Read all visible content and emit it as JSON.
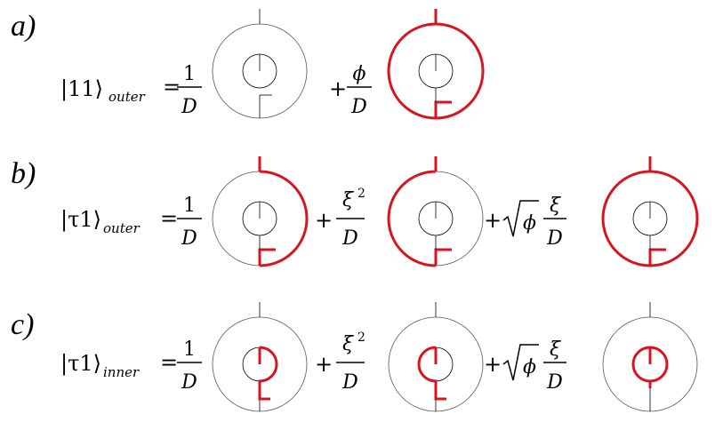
{
  "rows": [
    {
      "label": "a)",
      "ket": "|11⟩",
      "subscript": "outer",
      "terms": [
        {
          "sign": "=",
          "sqrt": "",
          "numer": "1",
          "denom": "D",
          "sup": ""
        },
        {
          "sign": "+",
          "sqrt": "",
          "numer": "ϕ",
          "denom": "D",
          "sup": ""
        }
      ]
    },
    {
      "label": "b)",
      "ket": "|τ1⟩",
      "subscript": "outer",
      "terms": [
        {
          "sign": "=",
          "sqrt": "",
          "numer": "1",
          "denom": "D",
          "sup": ""
        },
        {
          "sign": "+",
          "sqrt": "",
          "numer": "ξ",
          "denom": "D",
          "sup": "2"
        },
        {
          "sign": "+",
          "sqrt": "ϕ",
          "numer": "ξ",
          "denom": "D",
          "sup": ""
        }
      ]
    },
    {
      "label": "c)",
      "ket": "|τ1⟩",
      "subscript": "inner",
      "terms": [
        {
          "sign": "=",
          "sqrt": "",
          "numer": "1",
          "denom": "D",
          "sup": ""
        },
        {
          "sign": "+",
          "sqrt": "",
          "numer": "ξ",
          "denom": "D",
          "sup": "2"
        },
        {
          "sign": "+",
          "sqrt": "ϕ",
          "numer": "ξ",
          "denom": "D",
          "sup": ""
        }
      ]
    }
  ],
  "colors": {
    "highlight": "#d7141f",
    "line": "#000000",
    "circle": "#555555"
  },
  "diagram_variants": [
    [
      "plain",
      "outer-full"
    ],
    [
      "outer-left",
      "outer-right",
      "outer-full"
    ],
    [
      "inner-left",
      "inner-right",
      "inner-full"
    ]
  ]
}
